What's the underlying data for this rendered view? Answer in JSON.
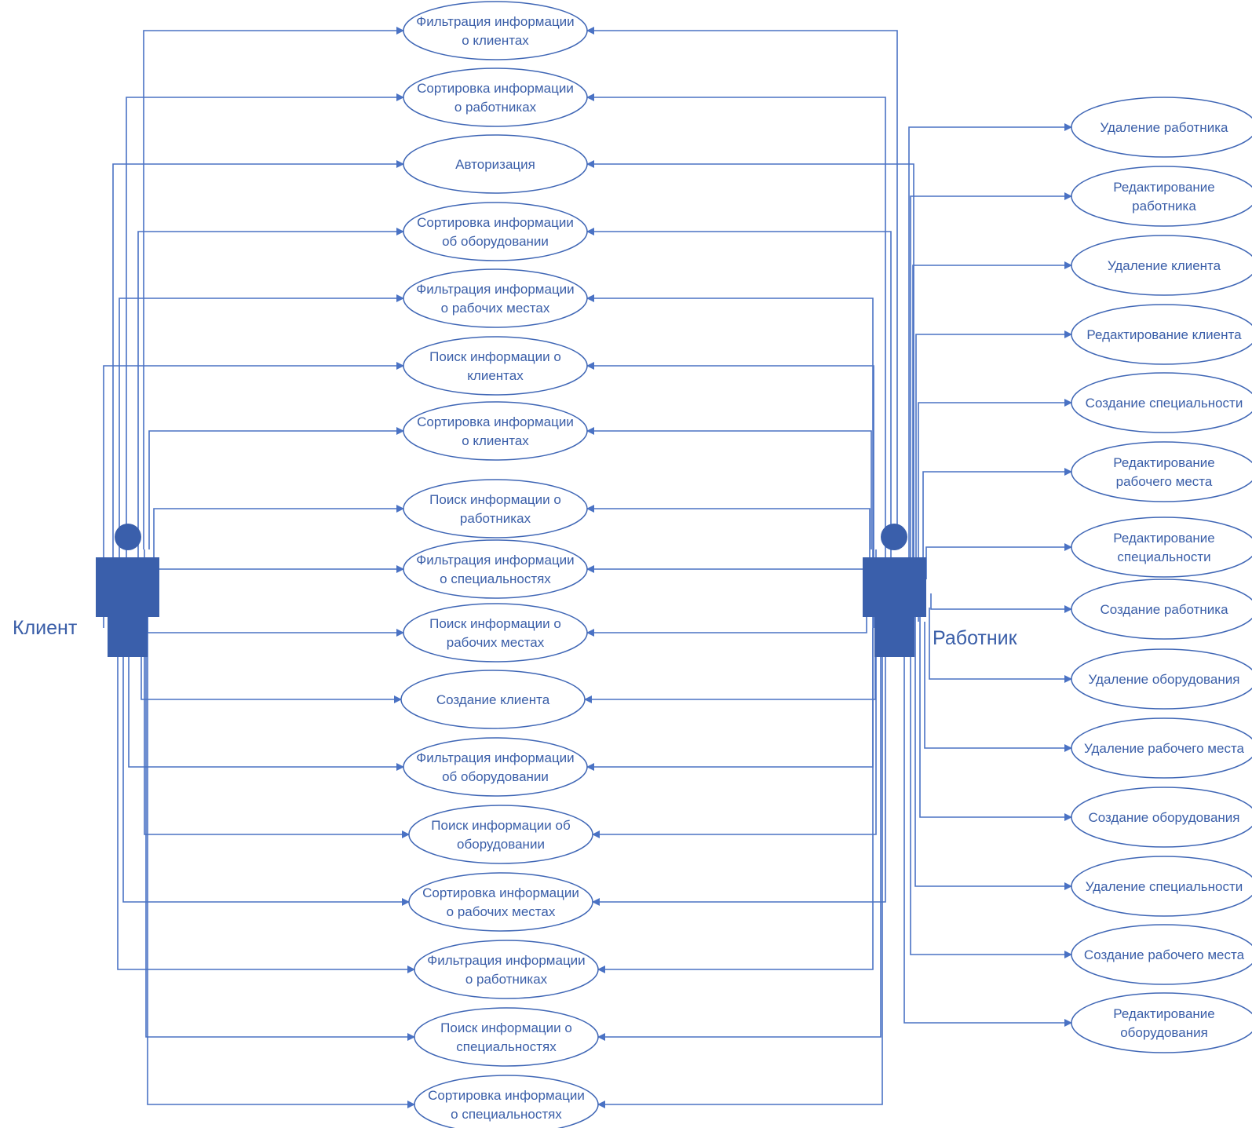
{
  "colors": {
    "line": "#4a72c4",
    "actor": "#3a5fab",
    "text": "#3a5ea8",
    "ellipse_stroke": "#3f66b5"
  },
  "actors": {
    "client": {
      "label": "Клиент",
      "icon": "user-icon"
    },
    "worker": {
      "label": "Работник",
      "icon": "user-icon"
    }
  },
  "shared_use_cases": [
    {
      "id": "filter-clients",
      "lines": [
        "Фильтрация информации",
        "о клиентах"
      ]
    },
    {
      "id": "sort-workers",
      "lines": [
        "Сортировка информации",
        "о работниках"
      ]
    },
    {
      "id": "auth",
      "lines": [
        "Авторизация"
      ]
    },
    {
      "id": "sort-equipment",
      "lines": [
        "Сортировка информации",
        "об оборудовании"
      ]
    },
    {
      "id": "filter-workplaces",
      "lines": [
        "Фильтрация информации",
        "о рабочих местах"
      ]
    },
    {
      "id": "search-clients",
      "lines": [
        "Поиск информации о",
        "клиентах"
      ]
    },
    {
      "id": "sort-clients",
      "lines": [
        "Сортировка информации",
        "о клиентах"
      ]
    },
    {
      "id": "search-workers",
      "lines": [
        "Поиск информации о",
        "работниках"
      ]
    },
    {
      "id": "filter-specialties",
      "lines": [
        "Фильтрация информации",
        "о специальностях"
      ]
    },
    {
      "id": "search-workplaces",
      "lines": [
        "Поиск информации о",
        "рабочих местах"
      ]
    },
    {
      "id": "create-client",
      "lines": [
        "Создание клиента"
      ]
    },
    {
      "id": "filter-equipment",
      "lines": [
        "Фильтрация информации",
        "об оборудовании"
      ]
    },
    {
      "id": "search-equipment",
      "lines": [
        "Поиск информации об",
        "оборудовании"
      ]
    },
    {
      "id": "sort-workplaces",
      "lines": [
        "Сортировка информации",
        "о рабочих местах"
      ]
    },
    {
      "id": "filter-workers",
      "lines": [
        "Фильтрация информации",
        "о работниках"
      ]
    },
    {
      "id": "search-specialties",
      "lines": [
        "Поиск информации о",
        "специальностях"
      ]
    },
    {
      "id": "sort-specialties",
      "lines": [
        "Сортировка информации",
        "о специальностях"
      ]
    }
  ],
  "worker_use_cases": [
    {
      "id": "delete-worker",
      "lines": [
        "Удаление работника"
      ]
    },
    {
      "id": "edit-worker",
      "lines": [
        "Редактирование",
        "работника"
      ]
    },
    {
      "id": "delete-client",
      "lines": [
        "Удаление клиента"
      ]
    },
    {
      "id": "edit-client",
      "lines": [
        "Редактирование клиента"
      ]
    },
    {
      "id": "create-specialty",
      "lines": [
        "Создание специальности"
      ]
    },
    {
      "id": "edit-workplace",
      "lines": [
        "Редактирование",
        "рабочего места"
      ]
    },
    {
      "id": "edit-specialty",
      "lines": [
        "Редактирование",
        "специальности"
      ]
    },
    {
      "id": "create-worker",
      "lines": [
        "Создание работника"
      ]
    },
    {
      "id": "delete-equipment",
      "lines": [
        "Удаление оборудования"
      ]
    },
    {
      "id": "delete-workplace",
      "lines": [
        "Удаление рабочего места"
      ]
    },
    {
      "id": "create-equipment",
      "lines": [
        "Создание оборудования"
      ]
    },
    {
      "id": "delete-specialty",
      "lines": [
        "Удаление специальности"
      ]
    },
    {
      "id": "create-workplace",
      "lines": [
        "Создание рабочего места"
      ]
    },
    {
      "id": "edit-equipment",
      "lines": [
        "Редактирование",
        "оборудования"
      ]
    }
  ]
}
